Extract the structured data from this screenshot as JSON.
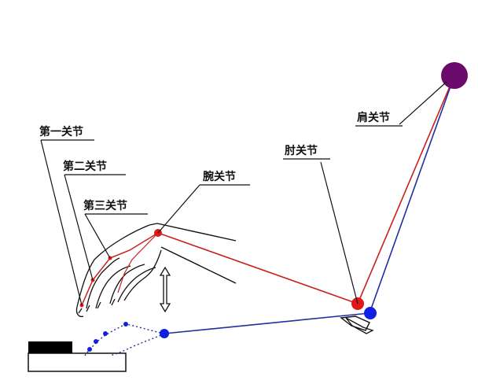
{
  "labels": {
    "first_joint": "第一关节",
    "second_joint": "第二关节",
    "third_joint": "第三关节",
    "wrist_joint": "腕关节",
    "elbow_joint": "肘关节",
    "shoulder_joint": "肩关节"
  },
  "colors": {
    "upper_arm_line": "#cc2020",
    "lower_arm_line": "#2030a0",
    "joint_red": "#e01818",
    "joint_blue": "#1020e0",
    "shoulder": "#6a0a6a",
    "outline": "#111111"
  }
}
